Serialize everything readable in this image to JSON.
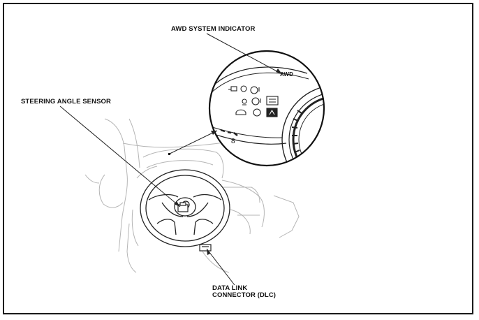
{
  "labels": {
    "awd_indicator": "AWD SYSTEM INDICATOR",
    "steering_sensor": "STEERING ANGLE SENSOR",
    "dlc_line1": "DATA LINK",
    "dlc_line2": "CONNECTOR (DLC)"
  },
  "cluster": {
    "awd_text": "AWD",
    "gauge_digit": "8"
  },
  "colors": {
    "line": "#222222",
    "faint": "#b5b5b5"
  }
}
